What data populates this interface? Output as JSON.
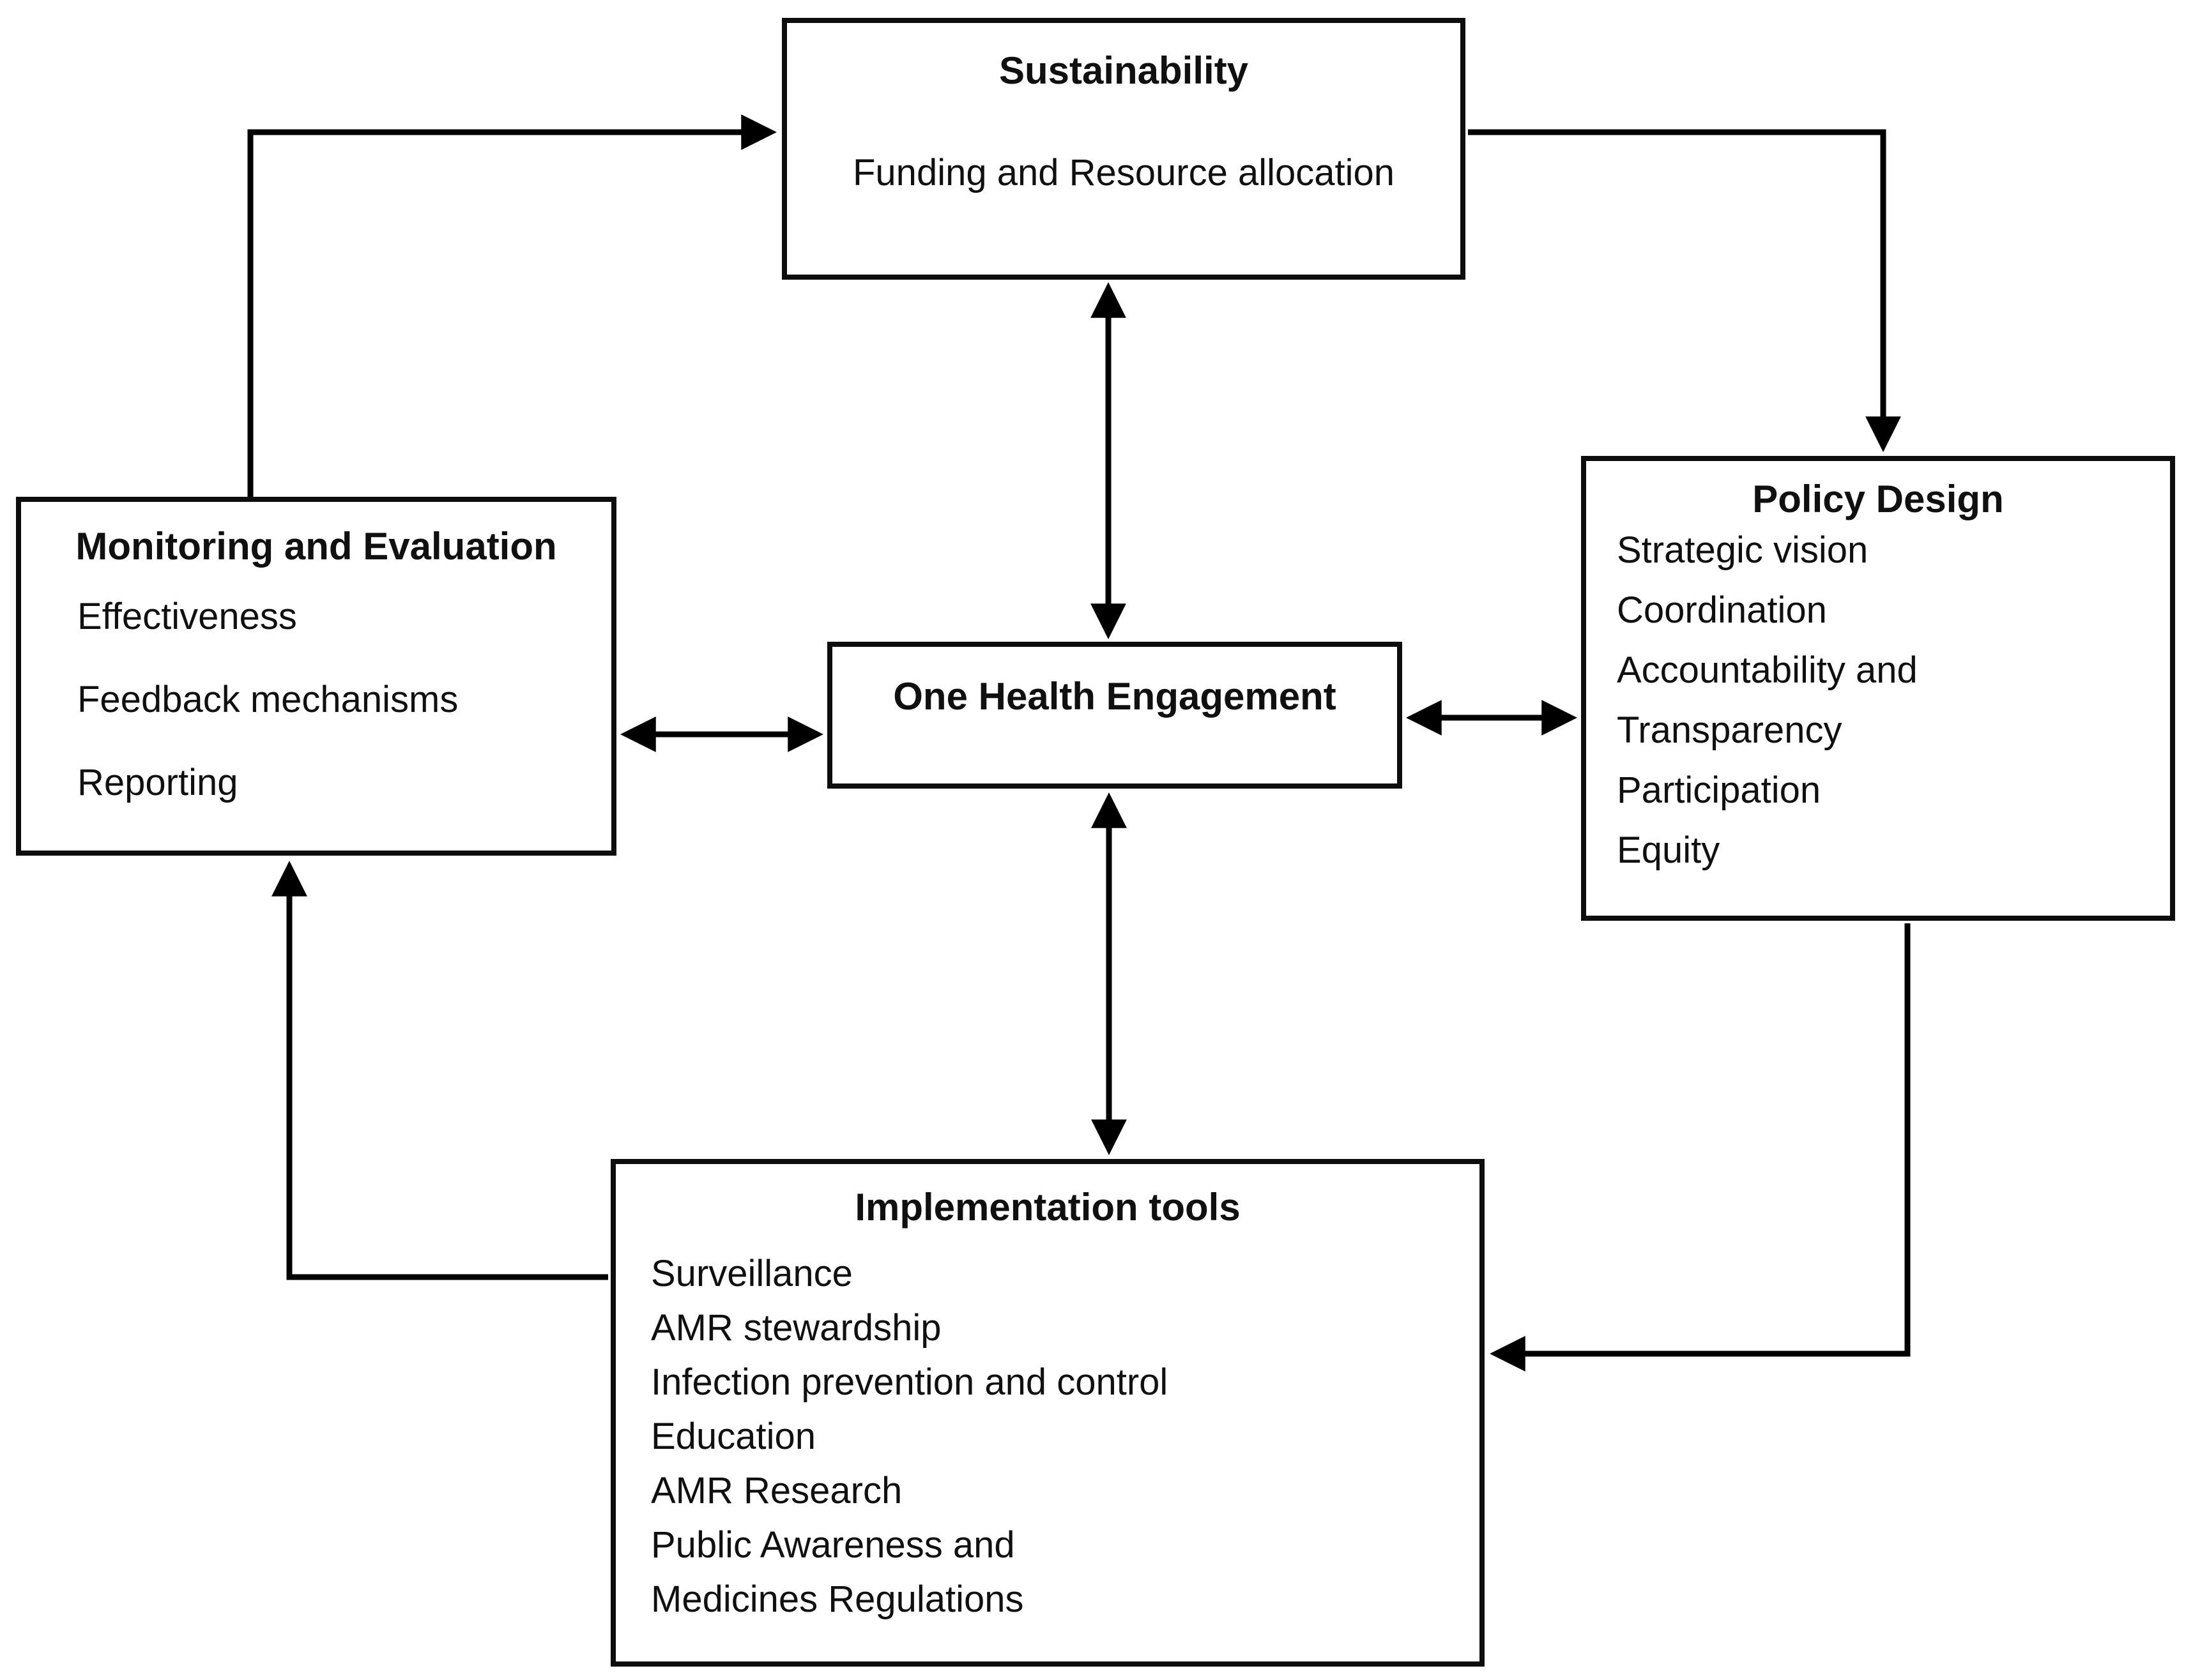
{
  "diagram": {
    "background": "#ffffff",
    "line_color": "#000000",
    "border_color": "#0d0d0d",
    "text_color": "#101010",
    "boxes": {
      "sustainability": {
        "title": "Sustainability",
        "body": "Funding and Resource allocation"
      },
      "monitoring_evaluation": {
        "title": "Monitoring and Evaluation",
        "items": [
          "Effectiveness",
          "Feedback mechanisms",
          "Reporting"
        ]
      },
      "one_health": {
        "title": "One Health Engagement"
      },
      "policy_design": {
        "title": "Policy Design",
        "items": [
          "Strategic vision",
          "Coordination",
          "Accountability and",
          "Transparency",
          "Participation",
          "Equity"
        ]
      },
      "implementation_tools": {
        "title": "Implementation tools",
        "items": [
          "Surveillance",
          "AMR stewardship",
          "Infection prevention and control",
          "Education",
          "AMR Research",
          "Public Awareness and",
          "Medicines Regulations"
        ]
      }
    },
    "connections": [
      {
        "from": "monitoring_evaluation",
        "to": "sustainability",
        "type": "one-way"
      },
      {
        "from": "sustainability",
        "to": "policy_design",
        "type": "one-way"
      },
      {
        "from": "policy_design",
        "to": "implementation_tools",
        "type": "one-way"
      },
      {
        "from": "implementation_tools",
        "to": "monitoring_evaluation",
        "type": "one-way"
      },
      {
        "from": "one_health",
        "to": "sustainability",
        "type": "two-way"
      },
      {
        "from": "one_health",
        "to": "monitoring_evaluation",
        "type": "two-way"
      },
      {
        "from": "one_health",
        "to": "policy_design",
        "type": "two-way"
      },
      {
        "from": "one_health",
        "to": "implementation_tools",
        "type": "two-way"
      }
    ]
  }
}
